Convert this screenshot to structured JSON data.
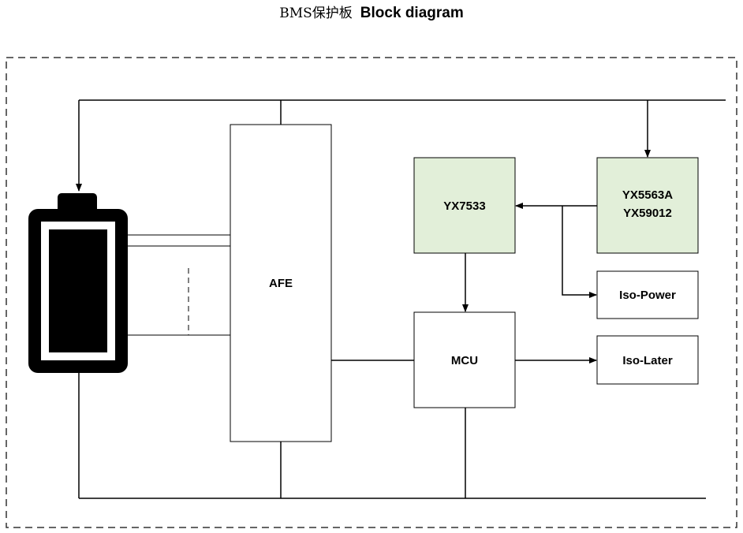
{
  "title": {
    "prefix": "BMS保护板",
    "main": "Block diagram"
  },
  "blocks": {
    "afe": "AFE",
    "yx7533": "YX7533",
    "yx5563a_line1": "YX5563A",
    "yx5563a_line2": "YX59012",
    "mcu": "MCU",
    "iso_power": "Iso-Power",
    "iso_later": "Iso-Later"
  },
  "colors": {
    "highlight_fill": "#e2efd9",
    "stroke": "#000000",
    "battery": "#000000"
  }
}
